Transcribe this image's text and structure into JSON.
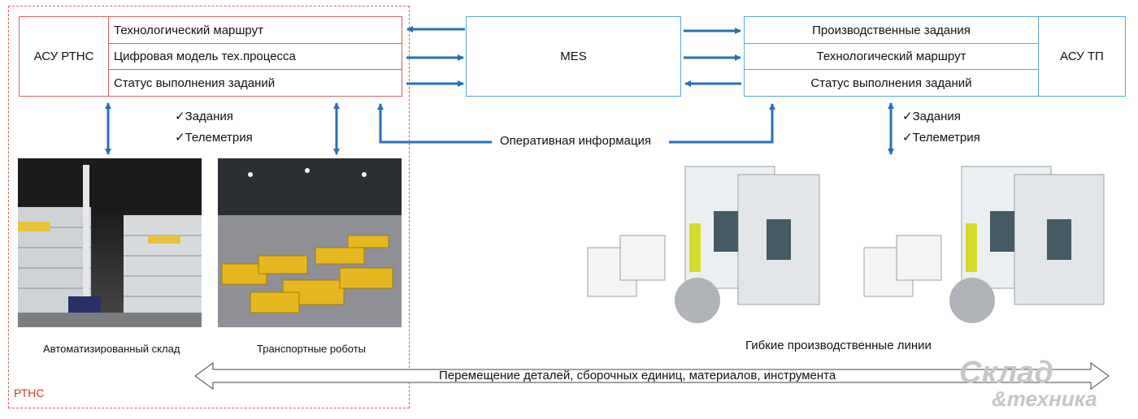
{
  "rtns_left": {
    "title": "АСУ РТНС",
    "rows": [
      "Технологический маршрут",
      "Цифровая модель тех.процесса",
      "Статус выполнения заданий"
    ]
  },
  "mes": {
    "label": "MES"
  },
  "asu_tp": {
    "title": "АСУ ТП",
    "rows": [
      "Производственные задания",
      "Технологический маршрут",
      "Статус выполнения заданий"
    ]
  },
  "left_labels": {
    "tasks": "✓Задания",
    "telemetry": "✓Телеметрия"
  },
  "right_labels": {
    "tasks": "✓Задания",
    "telemetry": "✓Телеметрия"
  },
  "operational_info": "Оперативная информация",
  "images": {
    "warehouse_caption": "Автоматизированный склад",
    "robots_caption": "Транспортные роботы",
    "lines_caption": "Гибкие производственные линии"
  },
  "bottom_arrow_text": "Перемещение деталей, сборочных единиц, материалов, инструмента",
  "rtns_region_label": "РТНС",
  "watermark": {
    "line1": "Склад",
    "line2": "&техника"
  },
  "colors": {
    "arrow_blue": "#2a6fb5",
    "red_border": "#e06060",
    "blue_border": "#5aa7d8"
  }
}
